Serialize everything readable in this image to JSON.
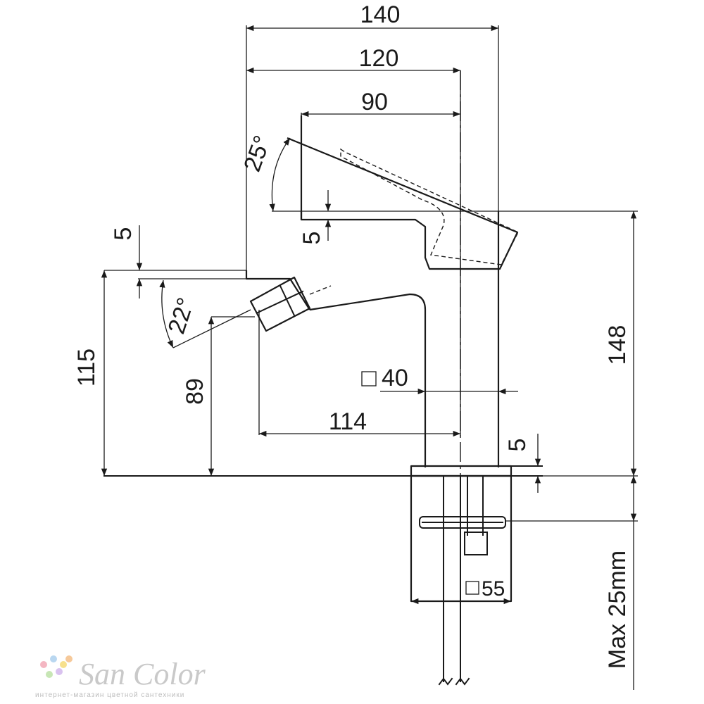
{
  "dimensions": {
    "d140": "140",
    "d120": "120",
    "d90": "90",
    "angle25": "25°",
    "d5_left": "5",
    "d5_spout": "5",
    "angle22": "22°",
    "d115": "115",
    "d89": "89",
    "d40": "40",
    "d114": "114",
    "d148": "148",
    "d5_base": "5",
    "d55": "55",
    "max25": "Max 25mm"
  },
  "logo": {
    "brand": "San Color",
    "tagline": "интернет-магазин цветной сантехники",
    "dot_colors": [
      "#f4b6c2",
      "#b9d7f0",
      "#f7e08c",
      "#c7e6b5",
      "#d9c2ef",
      "#f6c99a"
    ]
  }
}
